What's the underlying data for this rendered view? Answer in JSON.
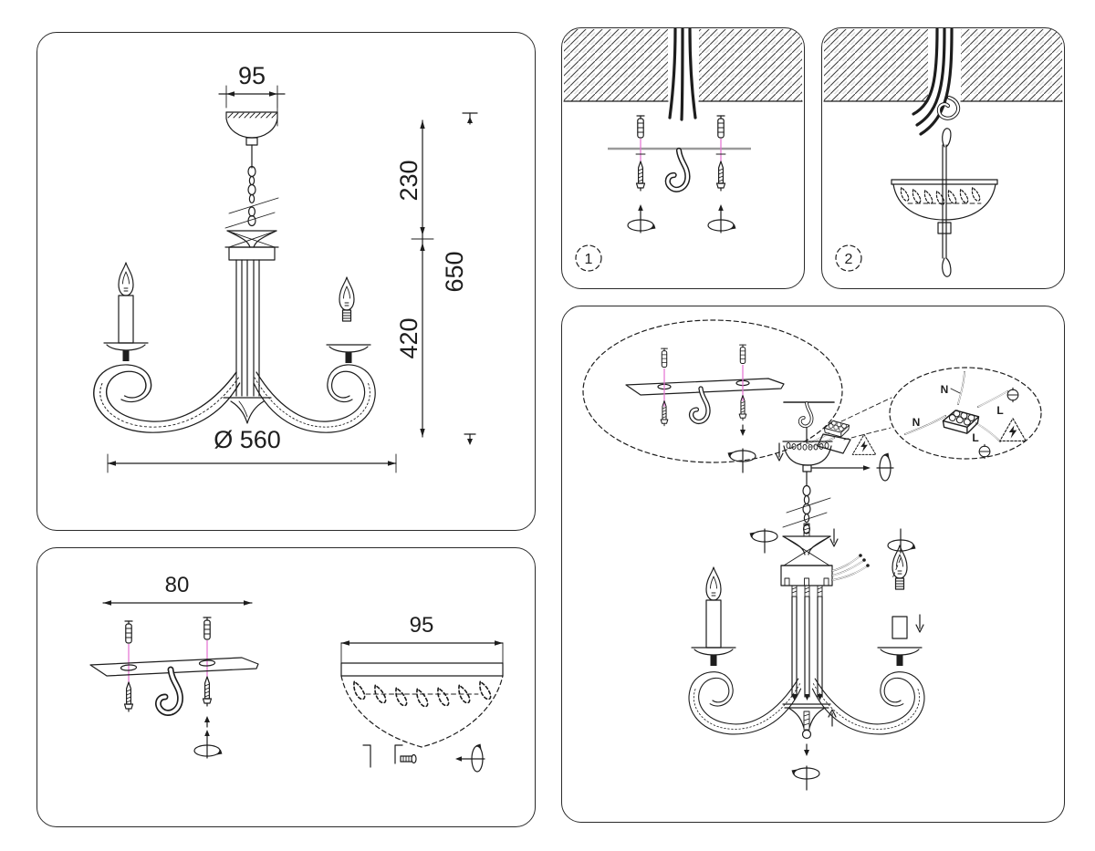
{
  "colors": {
    "line": "#1d1d1d",
    "gray": "#9a9a9a",
    "pink": "#e46fd2",
    "paper": "#ffffff"
  },
  "spec_panel": {
    "canopy_width": "95",
    "suspension_length": "230",
    "overall_height": "650",
    "fixture_height": "420",
    "diameter": "Ø 560"
  },
  "install_steps": {
    "step1": "1",
    "step2": "2"
  },
  "bracket_panel": {
    "hole_spacing": "80",
    "canopy_width": "95"
  },
  "wiring_labels": {
    "neutral_top": "N",
    "neutral_side": "N",
    "live_top": "L",
    "live_side": "L"
  }
}
